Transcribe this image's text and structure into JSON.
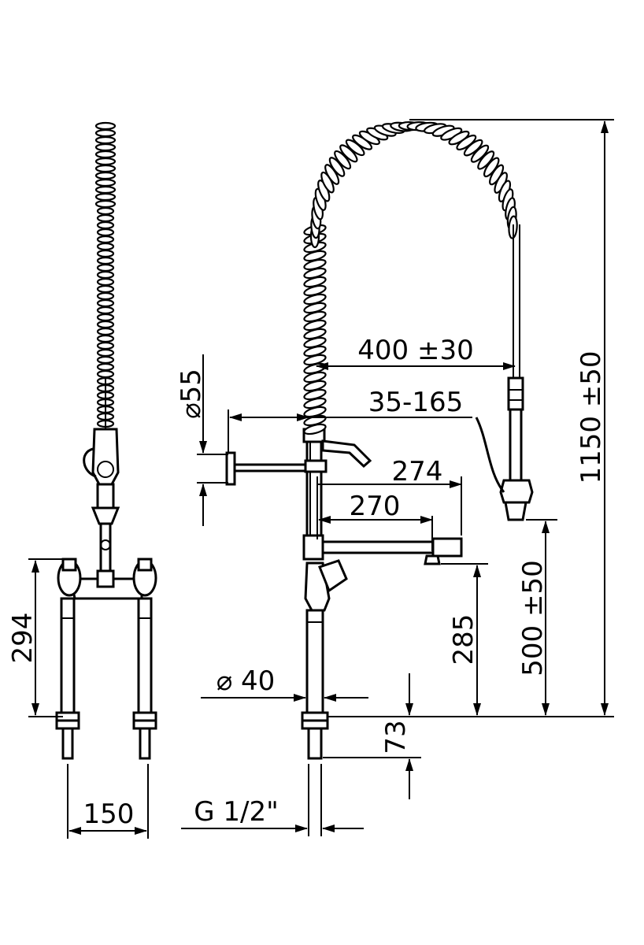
{
  "dimensions": {
    "spout_reach_top": "400 ±30",
    "arm_reach": "35-165",
    "overall_height": "1150 ±50",
    "diameter_top": "⌀55",
    "reach_274": "274",
    "reach_270": "270",
    "height_294": "294",
    "height_285": "285",
    "height_500": "500 ±50",
    "diameter_bottom": "⌀ 40",
    "shank_73": "73",
    "spacing_150": "150",
    "thread": "G 1/2\""
  }
}
